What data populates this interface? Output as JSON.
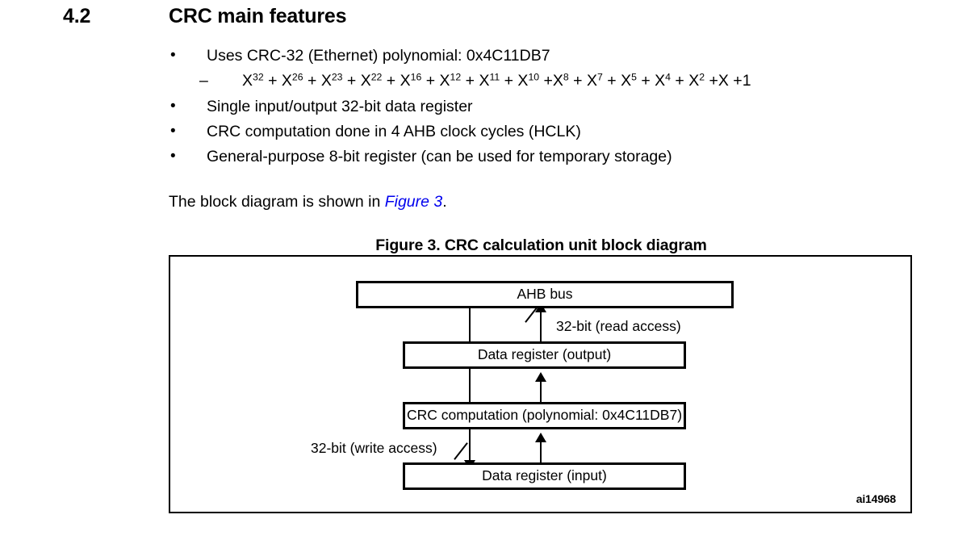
{
  "section": {
    "number": "4.2",
    "title": "CRC main features"
  },
  "features": [
    {
      "marker": "•",
      "text": "Uses CRC-32 (Ethernet) polynomial: 0x4C11DB7"
    },
    {
      "marker": "•",
      "text": "Single input/output 32-bit data register"
    },
    {
      "marker": "•",
      "text": "CRC computation done in 4 AHB clock cycles (HCLK)"
    },
    {
      "marker": "•",
      "text": "General-purpose 8-bit register (can be used for temporary storage)"
    }
  ],
  "polynomial": {
    "marker": "–",
    "terms": [
      {
        "base": "X",
        "exp": "32"
      },
      {
        "base": "X",
        "exp": "26"
      },
      {
        "base": "X",
        "exp": "23"
      },
      {
        "base": "X",
        "exp": "22"
      },
      {
        "base": "X",
        "exp": "16"
      },
      {
        "base": "X",
        "exp": "12"
      },
      {
        "base": "X",
        "exp": "11"
      },
      {
        "base": "X",
        "exp": "10"
      },
      {
        "base": "X",
        "exp": "8"
      },
      {
        "base": "X",
        "exp": "7"
      },
      {
        "base": "X",
        "exp": "5"
      },
      {
        "base": "X",
        "exp": "4"
      },
      {
        "base": "X",
        "exp": "2"
      },
      {
        "base": "X",
        "exp": ""
      },
      {
        "base": "1",
        "exp": ""
      }
    ]
  },
  "lead_in": {
    "before": "The block diagram is shown in ",
    "xref": "Figure 3",
    "after": ".",
    "xref_color": "#0000ee"
  },
  "figure": {
    "caption": "Figure 3. CRC calculation unit block diagram",
    "id": "ai14968",
    "blocks": {
      "ahb_bus": "AHB bus",
      "data_register_output": "Data register (output)",
      "crc_computation": "CRC computation (polynomial: 0x4C11DB7)",
      "data_register_input": "Data register (input)"
    },
    "connectors": {
      "read_label": "32-bit (read access)",
      "write_label": "32-bit (write access)"
    }
  }
}
